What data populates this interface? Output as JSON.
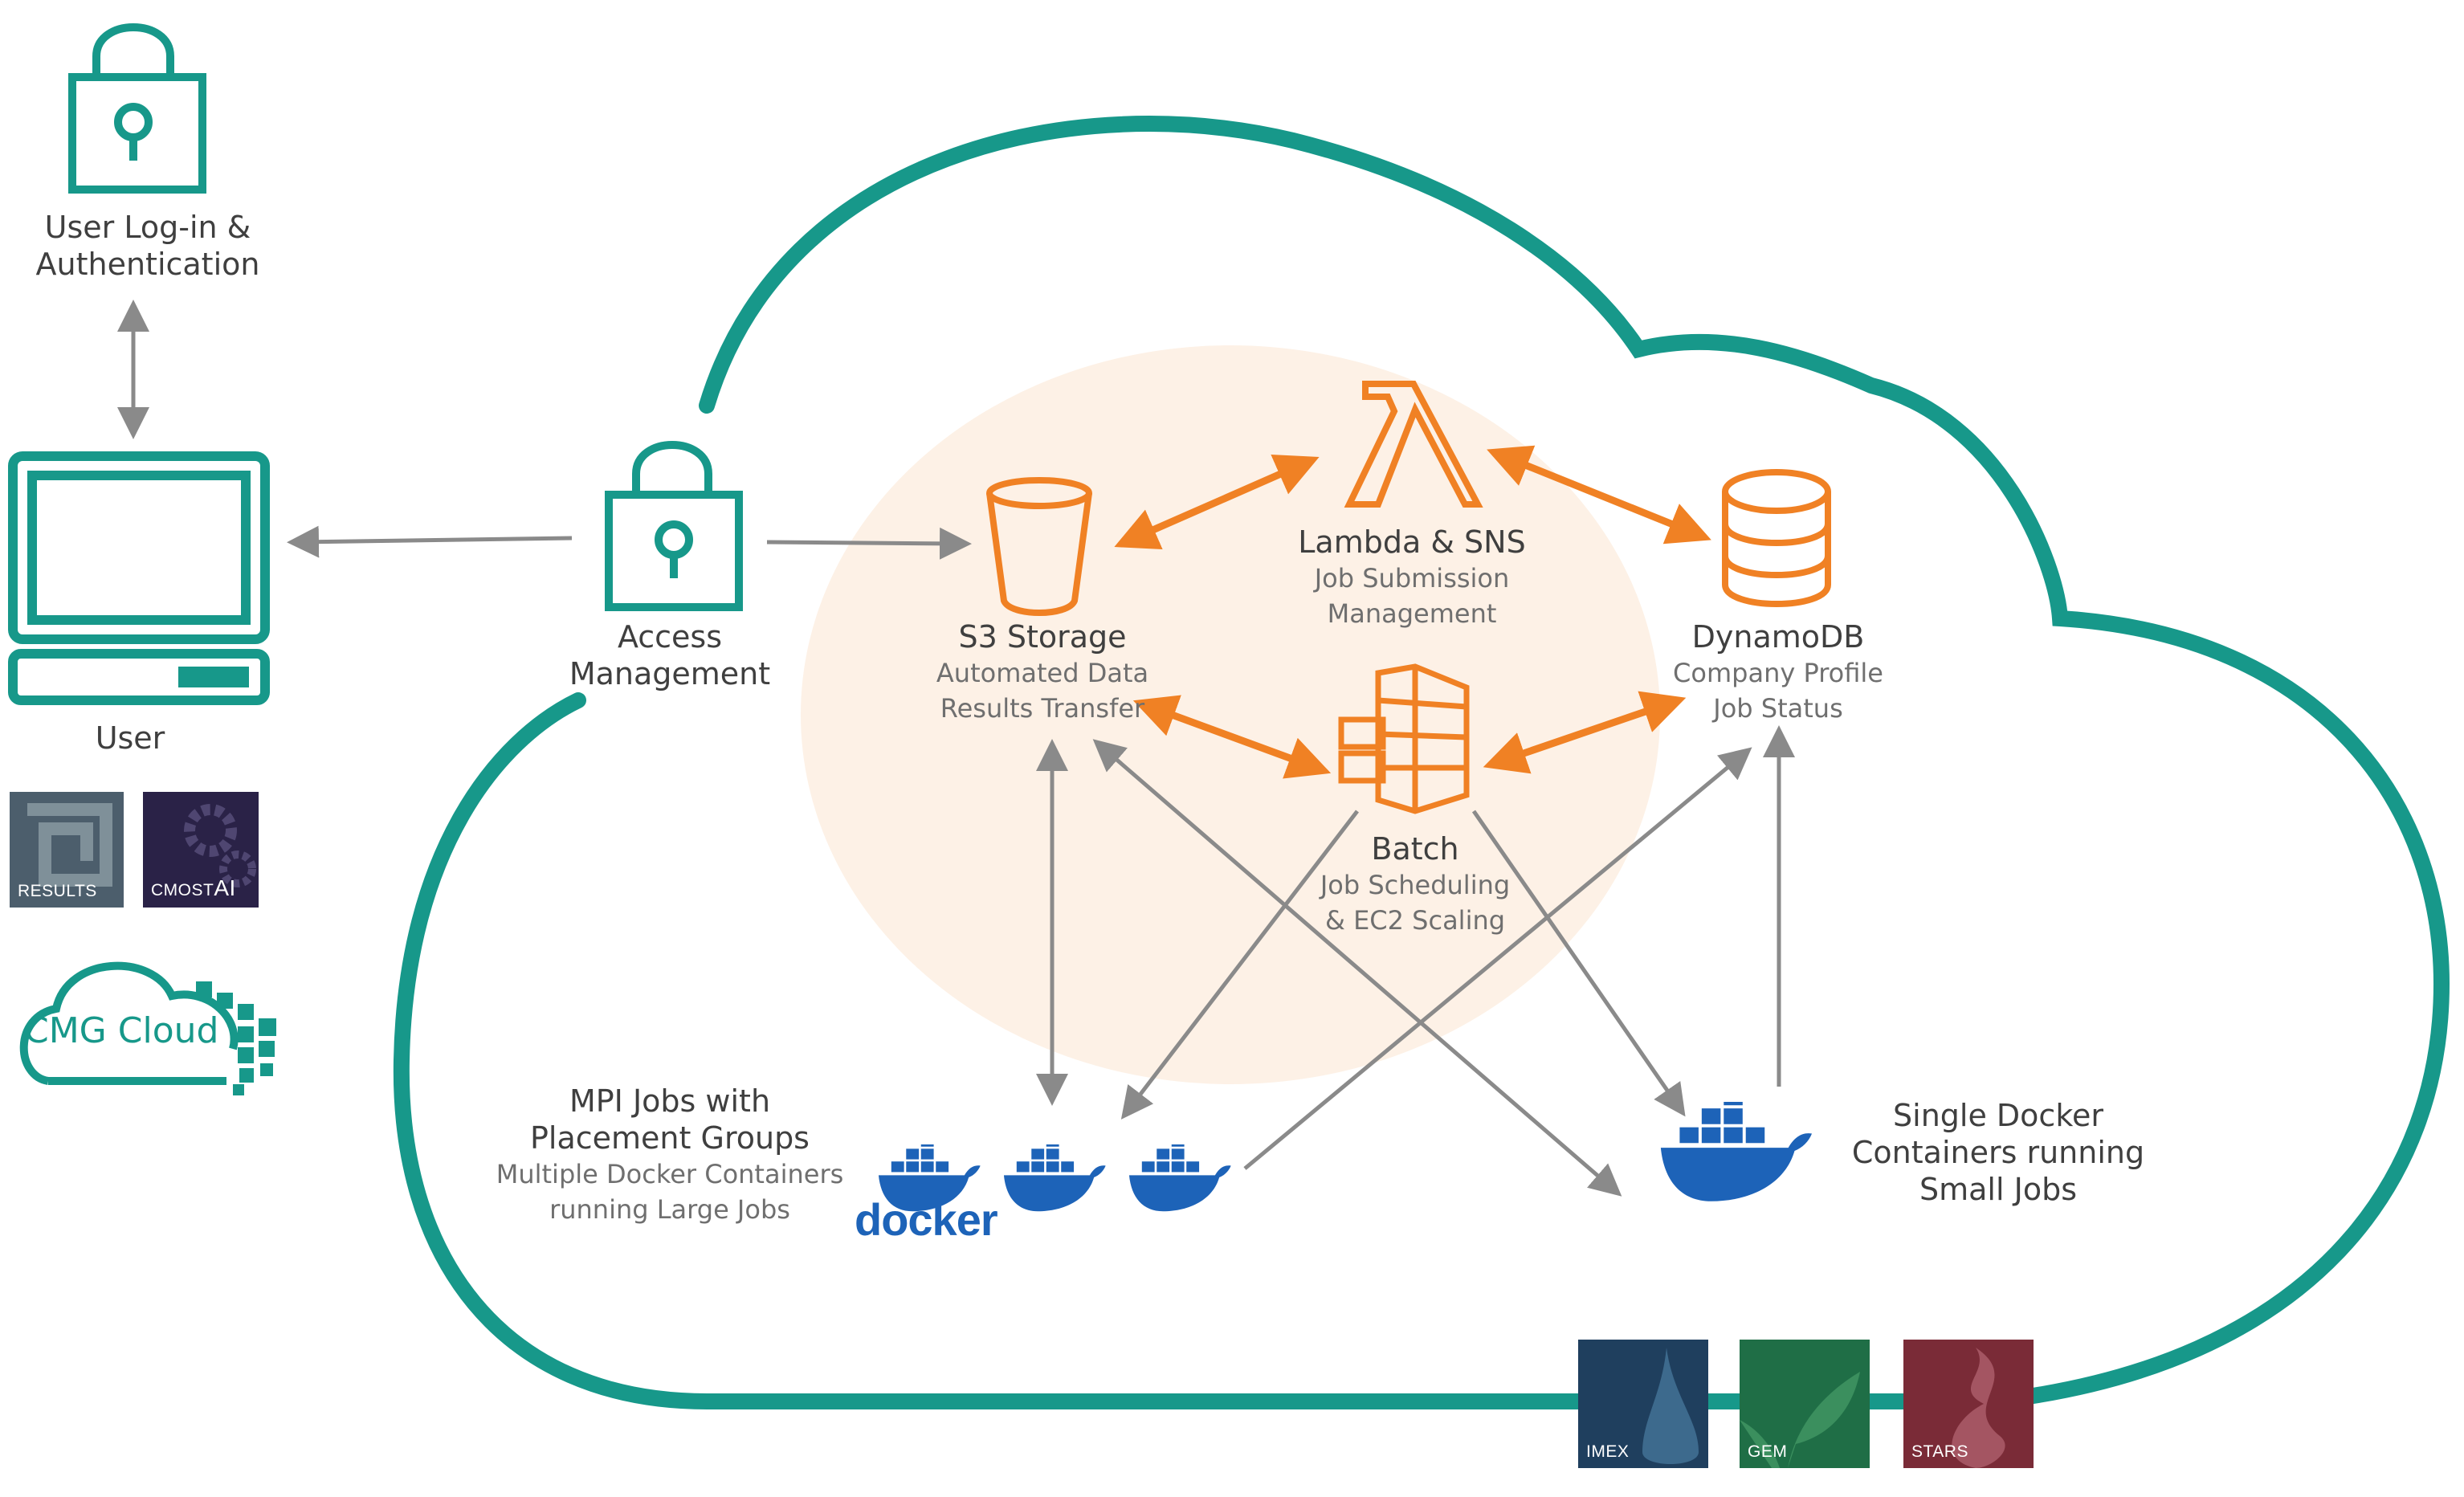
{
  "colors": {
    "teal": "#17988a",
    "orange": "#f08124",
    "docker_blue": "#1d63b8",
    "arrow_gray": "#8a8a8a",
    "halo": "#fdf1e6"
  },
  "labels": {
    "user_login": [
      "User Log-in &",
      "Authentication"
    ],
    "user": "User",
    "access": [
      "Access",
      "Management"
    ],
    "s3_title": "S3 Storage",
    "s3_sub": [
      "Automated Data",
      "Results Transfer"
    ],
    "lambda_title": "Lambda & SNS",
    "lambda_sub": [
      "Job Submission",
      "Management"
    ],
    "dynamo_title": "DynamoDB",
    "dynamo_sub": [
      "Company Profile",
      "Job Status"
    ],
    "batch_title": "Batch",
    "batch_sub": [
      "Job Scheduling",
      "& EC2 Scaling"
    ],
    "mpi_title": [
      "MPI Jobs with",
      "Placement Groups"
    ],
    "mpi_sub": [
      "Multiple Docker Containers",
      "running Large Jobs"
    ],
    "single": [
      "Single Docker",
      "Containers running",
      "Small Jobs"
    ],
    "docker": "docker",
    "cmg_cloud": "CMG Cloud"
  },
  "icons": {
    "lock": "padlock-icon",
    "laptop": "laptop-icon",
    "bucket": "s3-bucket-icon",
    "lambda": "lambda-icon",
    "database": "database-icon",
    "batch": "batch-icon",
    "whale": "docker-whale-icon"
  },
  "tiles": {
    "results": "RESULTS",
    "cmost": "CMOST",
    "cmost_ai": "AI",
    "imex": "IMEX",
    "gem": "GEM",
    "stars": "STARS"
  }
}
